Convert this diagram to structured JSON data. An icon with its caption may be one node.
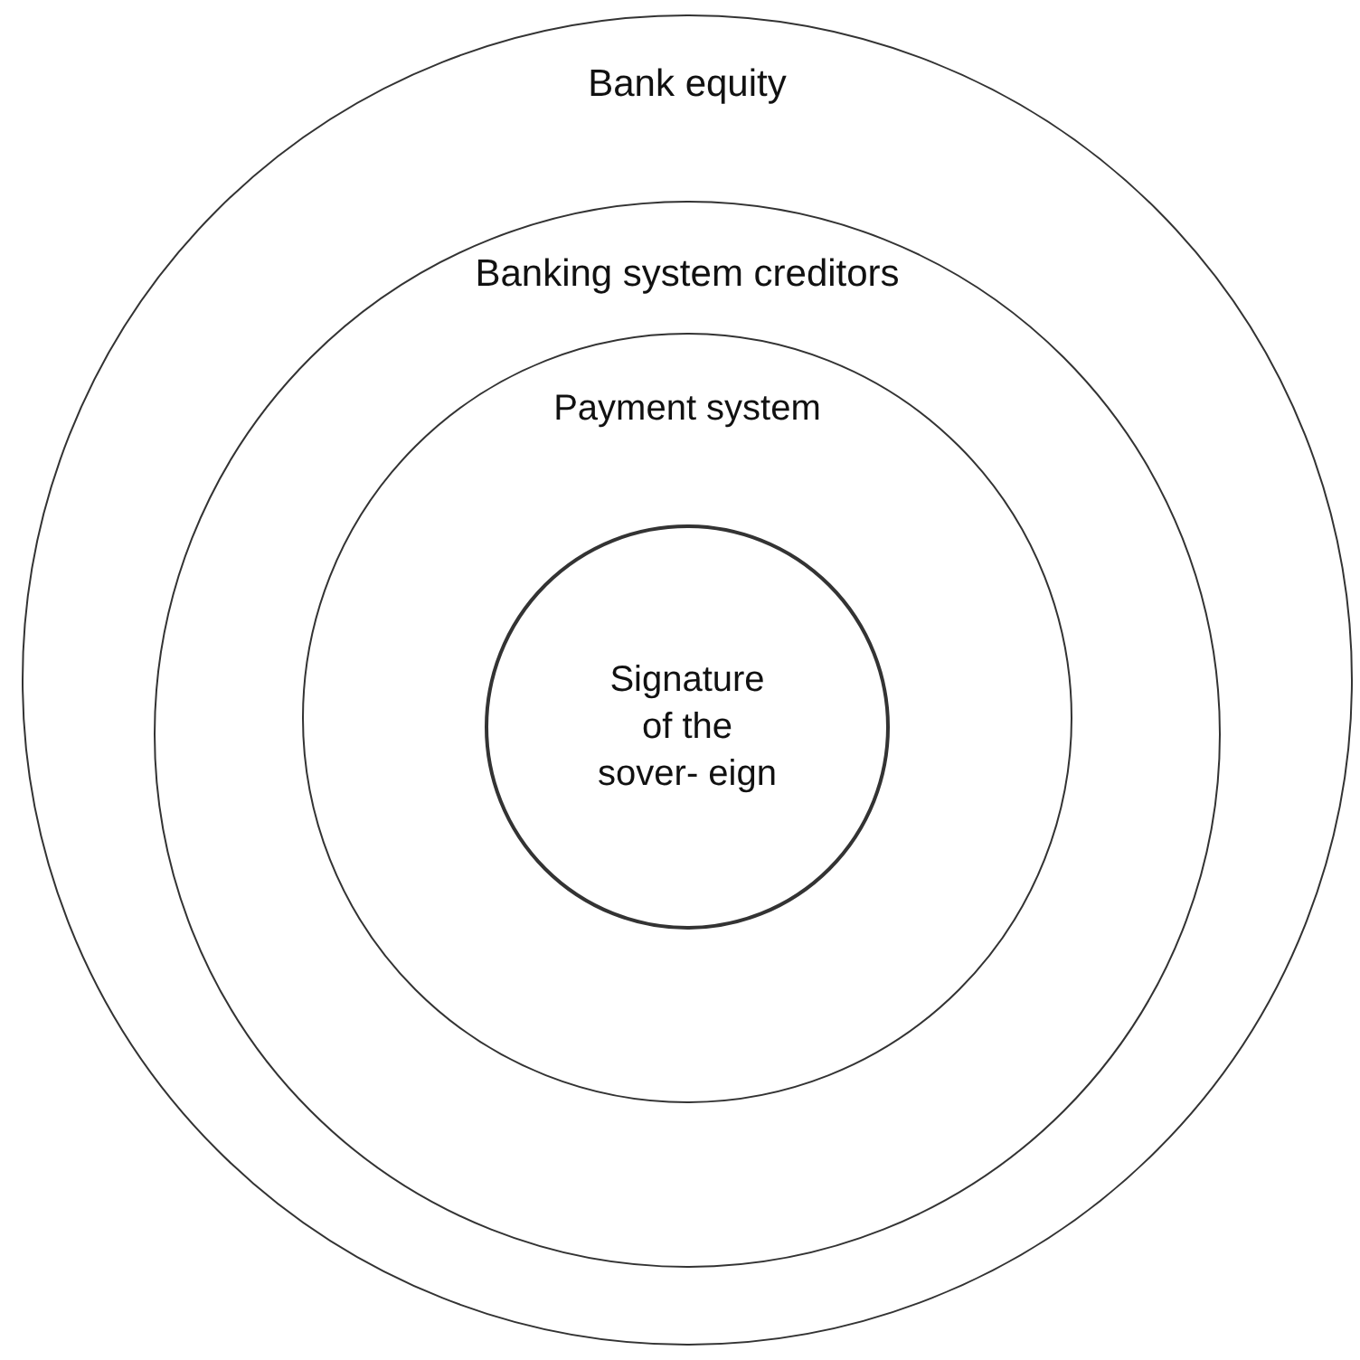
{
  "diagram": {
    "nodes": [
      {
        "text": [
          "Bank equity"
        ]
      },
      {
        "text": [
          "Banking system creditors"
        ],
        "in": 0
      },
      {
        "text": [
          "Payment system"
        ],
        "in": 1
      },
      {
        "text": [
          "Signature of the sover- eign"
        ],
        "in": 2
      }
    ]
  }
}
